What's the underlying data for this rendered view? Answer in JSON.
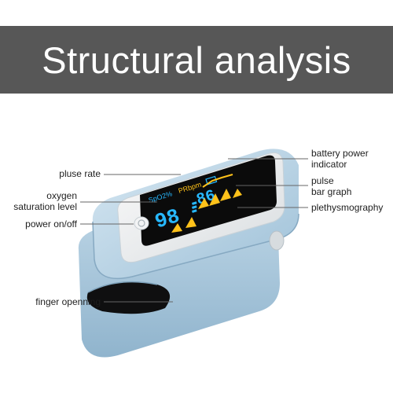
{
  "title": "Structural analysis",
  "colors": {
    "banner": "#575757",
    "device_body": "#a9c7dc",
    "screen": "#0b0b0b",
    "digits_cyan": "#27b8ff",
    "digits_yellow": "#ffc21a"
  },
  "screen": {
    "spo2_label": "SpO2%",
    "pr_label": "PRbpm",
    "spo2_value": "98",
    "pr_value": "86"
  },
  "callouts": {
    "pulse_rate": "pluse rate",
    "oxygen_saturation_line1": "oxygen",
    "oxygen_saturation_line2": "saturation level",
    "power": "power on/off",
    "finger_opening": "finger openning",
    "battery_line1": "battery power",
    "battery_line2": "indicator",
    "pulse_bar_line1": "pulse",
    "pulse_bar_line2": "bar graph",
    "plethysmography": "plethysmography"
  }
}
